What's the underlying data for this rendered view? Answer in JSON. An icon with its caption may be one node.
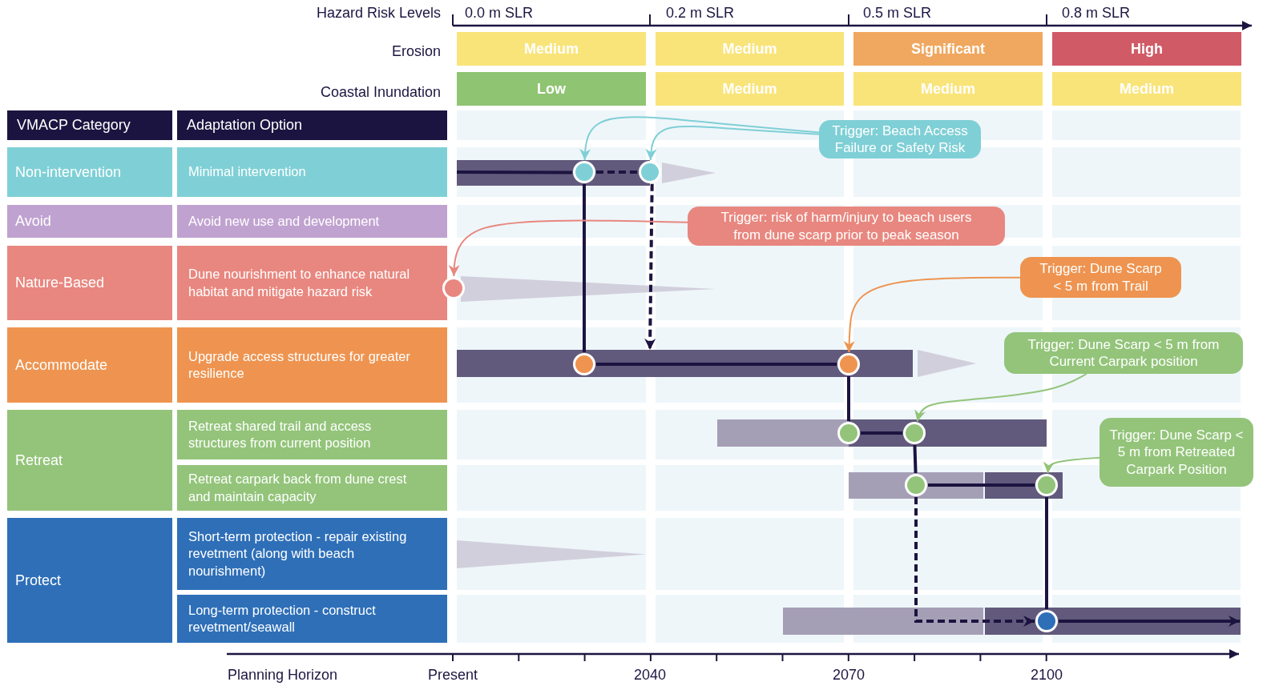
{
  "diagram": {
    "nodes": [
      {
        "text": [
          "Medium"
        ]
      },
      {
        "text": [
          "Medium"
        ]
      },
      {
        "text": [
          "Significant"
        ]
      },
      {
        "text": [
          "High"
        ]
      },
      {
        "text": [
          "Low"
        ]
      },
      {
        "text": [
          "Medium"
        ]
      },
      {
        "text": [
          "Medium"
        ]
      },
      {
        "text": [
          "Medium"
        ]
      },
      {
        "text": [
          "VMACP Category"
        ]
      },
      {
        "text": [
          "Adaptation Option"
        ]
      },
      {
        "text": [
          "Non-intervention"
        ]
      },
      {
        "text": [
          "Minimal intervention"
        ]
      },
      {
        "text": [
          "Avoid"
        ]
      },
      {
        "text": [
          "Avoid new use and development"
        ]
      },
      {
        "text": [
          "Nature-Based"
        ]
      },
      {
        "text": [
          "Dune nourishment to enhance natural habitat and mitigate hazard risk"
        ]
      },
      {
        "text": [
          "Accommodate"
        ]
      },
      {
        "text": [
          "Upgrade access structures for greater resilience"
        ]
      },
      {
        "text": [
          "Retreat"
        ]
      },
      {
        "text": [
          "Retreat shared trail and access structures from current position"
        ]
      },
      {
        "text": [
          "Retreat carpark back from dune crest and maintain capacity"
        ]
      },
      {
        "text": [
          "Protect"
        ]
      },
      {
        "text": [
          "Short-term protection - repair existing revetment (along with beach nourishment)"
        ]
      },
      {
        "text": [
          "Long-term protection - construct revetment/seawall"
        ]
      },
      {
        "text": [
          "Trigger: Beach Access Failure or Safety Risk"
        ]
      },
      {
        "text": [
          "Trigger: risk of harm/injury to beach users from dune scarp prior to peak season"
        ]
      },
      {
        "text": [
          "Trigger: Dune Scarp < 5 m from Trail"
        ]
      },
      {
        "text": [
          "Trigger: Dune Scarp < 5 m from Current Carpark position"
        ]
      },
      {
        "text": [
          "Trigger: Dune Scarp < 5 m from Retreated Carpark Position"
        ]
      },
      {
        "text": [],
        "shape": "bar"
      },
      {
        "text": [],
        "shape": "bar"
      },
      {
        "text": [],
        "shape": "bar"
      },
      {
        "text": [],
        "shape": "circle",
        "in": 29
      },
      {
        "text": [],
        "shape": "circle"
      },
      {
        "text": [],
        "shape": "circle"
      },
      {
        "text": [],
        "shape": "circle",
        "in": 30
      },
      {
        "text": [],
        "shape": "circle",
        "in": 30
      },
      {
        "text": [],
        "shape": "circle"
      },
      {
        "text": [],
        "shape": "circle"
      },
      {
        "text": [],
        "shape": "circle"
      },
      {
        "text": [],
        "shape": "circle"
      },
      {
        "text": [],
        "shape": "circle",
        "in": 31
      }
    ],
    "edges": [
      {
        "from": 29,
        "to": 32,
        "arrow": "none"
      },
      {
        "from": 32,
        "to": 33,
        "arrow": "none",
        "style": "dashed"
      },
      {
        "from": 32,
        "to": 35,
        "arrow": "none"
      },
      {
        "from": 33,
        "to": 30,
        "arrow": "to",
        "style": "dashed"
      },
      {
        "from": 35,
        "to": 36,
        "arrow": "none"
      },
      {
        "from": 36,
        "to": 37,
        "arrow": "none"
      },
      {
        "from": 37,
        "to": 38,
        "arrow": "none"
      },
      {
        "from": 38,
        "to": 39,
        "arrow": "none"
      },
      {
        "from": 39,
        "to": 40,
        "arrow": "none"
      },
      {
        "from": 39,
        "to": 41,
        "arrow": "to",
        "style": "dashed"
      },
      {
        "from": 40,
        "to": 41,
        "arrow": "none"
      },
      {
        "from": 41,
        "to": 31,
        "arrow": "to"
      },
      {
        "from": 24,
        "to": 32,
        "arrow": "to",
        "color": "#7fcfd6"
      },
      {
        "from": 24,
        "to": 33,
        "arrow": "to",
        "color": "#7fcfd6"
      },
      {
        "from": 25,
        "to": 34,
        "arrow": "to",
        "color": "#e8877f"
      },
      {
        "from": 26,
        "to": 36,
        "arrow": "to",
        "color": "#ee9450"
      },
      {
        "from": 27,
        "to": 38,
        "arrow": "to",
        "color": "#93c47a"
      },
      {
        "from": 28,
        "to": 40,
        "arrow": "to",
        "color": "#93c47a"
      }
    ],
    "labels": [
      "Hazard Risk Levels",
      "0.0 m SLR",
      "0.2 m SLR",
      "0.5 m SLR",
      "0.8 m SLR",
      "Erosion",
      "Coastal Inundation",
      "Planning Horizon",
      "Present",
      "2040",
      "2070",
      "2100"
    ]
  }
}
